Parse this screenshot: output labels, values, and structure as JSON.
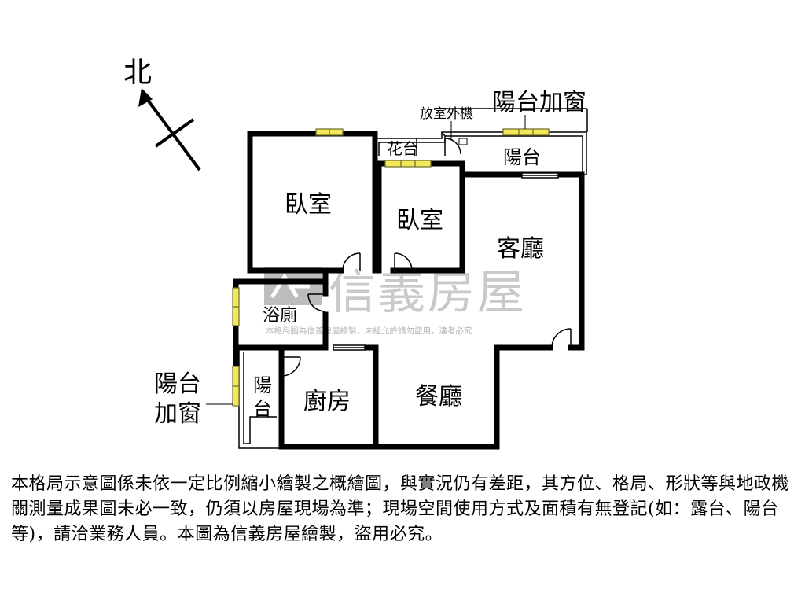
{
  "compass": {
    "label": "北",
    "icon": "north-arrow-icon"
  },
  "rooms": {
    "bedroom_1": "臥室",
    "bedroom_2": "臥室",
    "living_room": "客廳",
    "bathroom": "浴廁",
    "kitchen": "廚房",
    "dining_room": "餐廳",
    "flower_bed": "花台",
    "balcony_main": "陽台",
    "balcony_side_line1": "陽",
    "balcony_side_line2": "台"
  },
  "annotations": {
    "ac_unit": "放室外機",
    "balcony_window_top": "陽台加窗",
    "balcony_window_left_line1": "陽台",
    "balcony_window_left_line2": "加窗"
  },
  "watermark": {
    "brand": "信義房屋",
    "notice": "本格局圖為信義房屋繪製，未經允許請勿盜用，違者必究"
  },
  "disclaimer": "本格局示意圖係未依一定比例縮小繪製之概繪圖，與實況仍有差距，其方位、格局、形狀等與地政機關測量成果圖未必一致，仍須以房屋現場為準；現場空間使用方式及面積有無登記(如：露台、陽台等)，請洽業務人員。本圖為信義房屋繪製，盜用必究。",
  "colors": {
    "wall": "#000000",
    "window_fill": "#f2e85a",
    "window_stroke": "#6b6a2a",
    "watermark": "#c9c9c9",
    "watermark_logo": "#bdbdbd"
  }
}
